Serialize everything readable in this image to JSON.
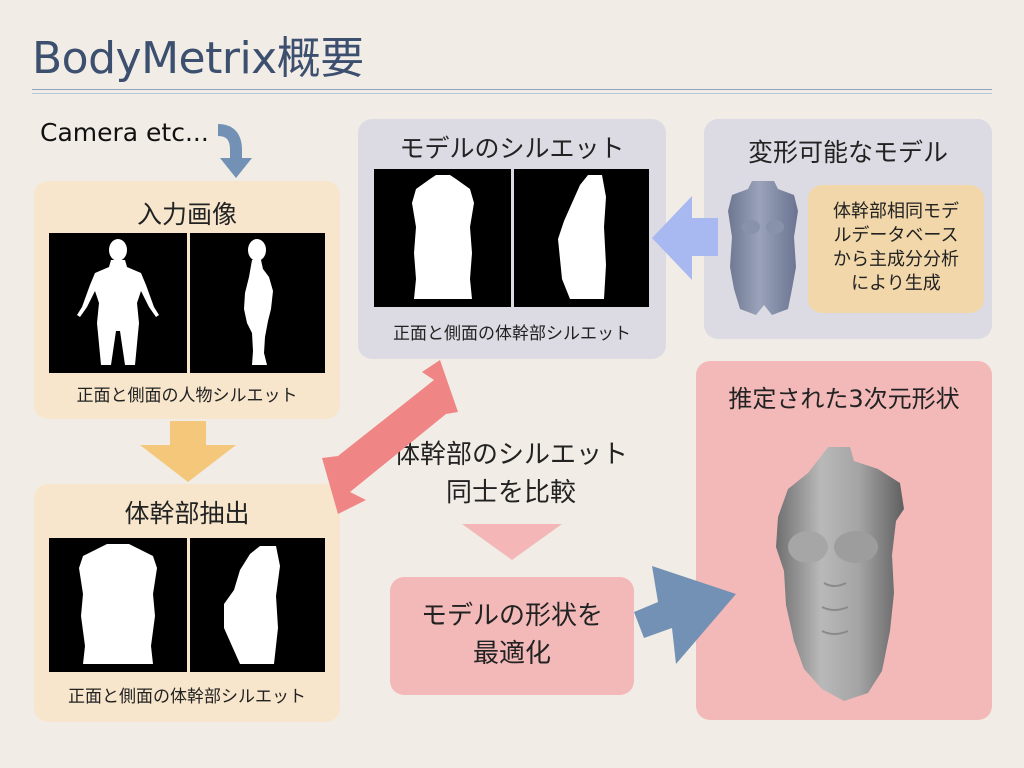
{
  "slide": {
    "title": "BodyMetrix概要"
  },
  "input": {
    "camera_label": "Camera etc...",
    "title": "入力画像",
    "caption": "正面と側面の人物シルエット"
  },
  "extract": {
    "title": "体幹部抽出",
    "caption": "正面と側面の体幹部シルエット"
  },
  "model_silhouette": {
    "title": "モデルのシルエット",
    "caption": "正面と側面の体幹部シルエット"
  },
  "deformable_model": {
    "title": "変形可能なモデル",
    "pca_lines": [
      "体幹部相同モデ",
      "ルデータベース",
      "から主成分分析",
      "により生成"
    ]
  },
  "compare": {
    "lines": [
      "体幹部のシルエット",
      "同士を比較"
    ]
  },
  "optimize": {
    "lines": [
      "モデルの形状を",
      "最適化"
    ]
  },
  "result": {
    "title": "推定された3次元形状"
  },
  "colors": {
    "background": "#f1ede6",
    "title": "#3c4f6e",
    "peach_box": "#f7e6cc",
    "lavender_box": "#dcdbe3",
    "pink_box": "#f3b9b9",
    "tan_box": "#f1d7a9",
    "arrow_blue": "#7391b4",
    "arrow_orange": "#f5c77a",
    "arrow_red": "#f08585",
    "arrow_pink": "#f4b6b6",
    "arrow_periwinkle": "#a8b8f0"
  }
}
